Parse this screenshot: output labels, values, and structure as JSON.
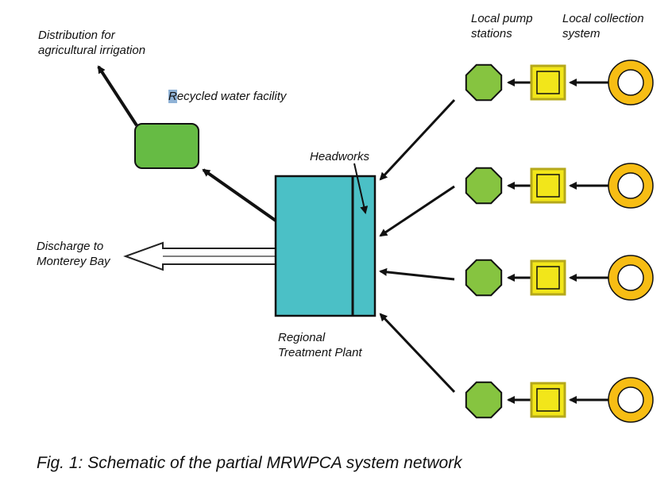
{
  "labels": {
    "distribution_line1": "Distribution for",
    "distribution_line2": "agricultural irrigation",
    "recycled_first_letter": "R",
    "recycled_rest": "ecycled water facility",
    "headworks": "Headworks",
    "discharge_line1": "Discharge to",
    "discharge_line2": "Monterey Bay",
    "plant_line1": "Regional",
    "plant_line2": "Treatment Plant",
    "pump_line1": "Local pump",
    "pump_line2": "stations",
    "collection_line1": "Local collection",
    "collection_line2": "system"
  },
  "caption": "Fig. 1: Schematic of the partial MRWPCA system network",
  "colors": {
    "plant_fill": "#4bc0c6",
    "recycled_fill": "#66bb44",
    "pump_fill": "#86c440",
    "square_fill": "#f2e61a",
    "square_border": "#b5a81a",
    "ring_fill": "#f7bd14",
    "arrow": "#111111"
  },
  "branches": 4
}
